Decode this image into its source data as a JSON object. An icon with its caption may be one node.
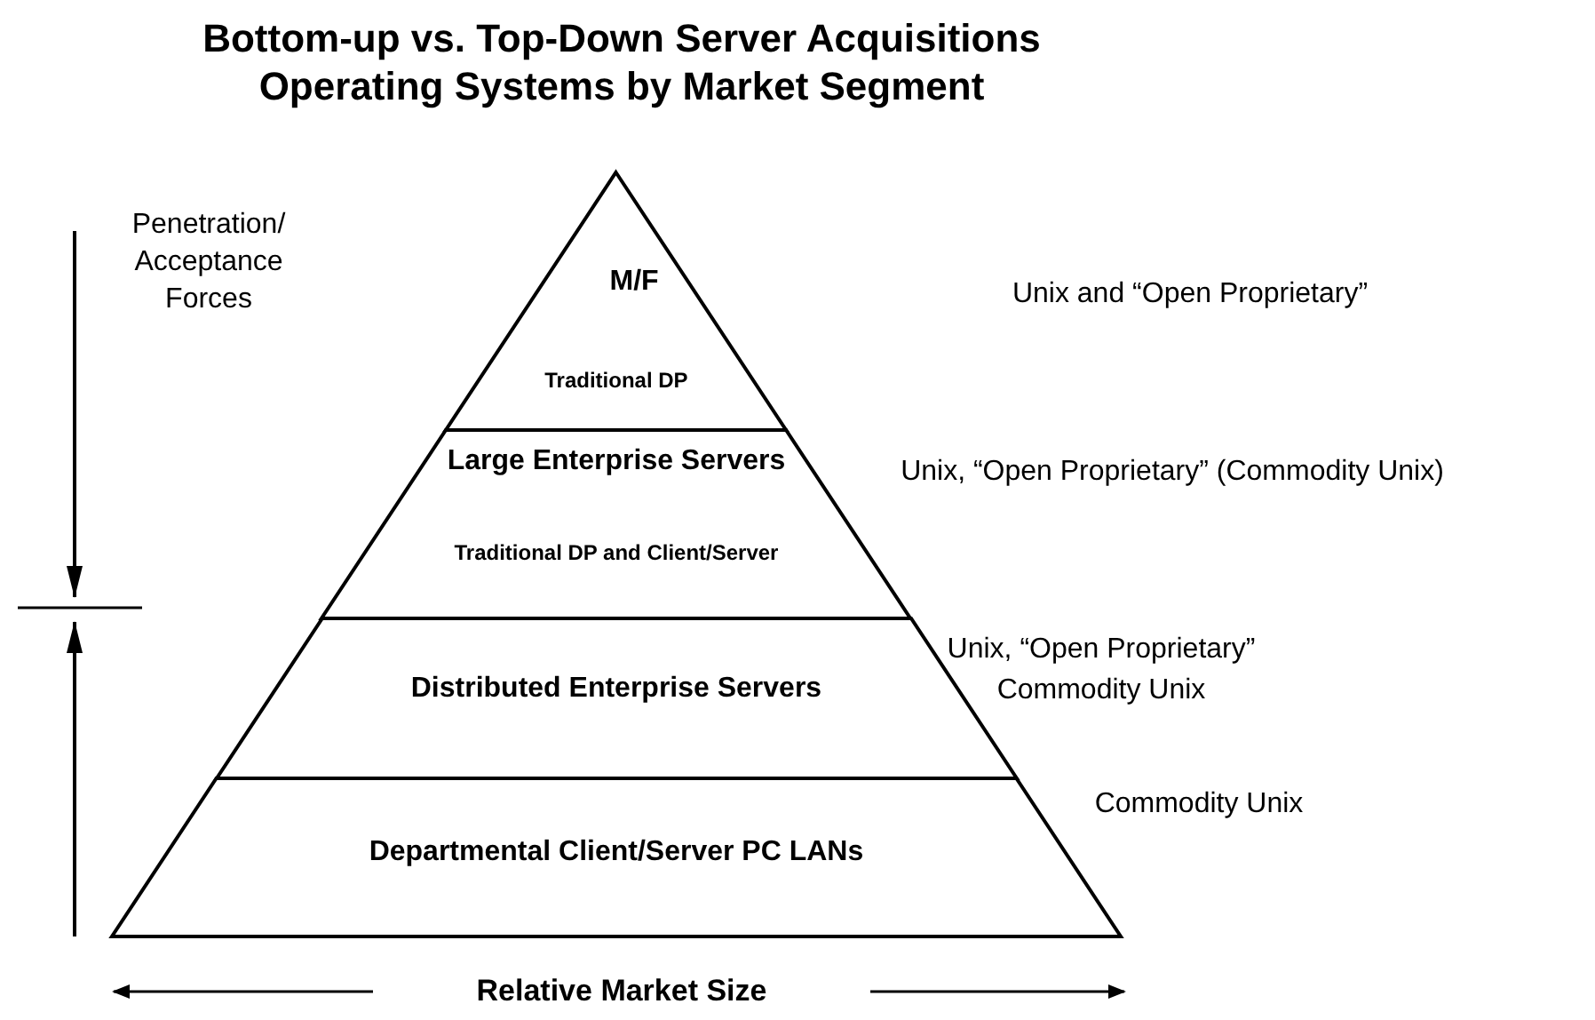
{
  "diagram": {
    "title": "Bottom-up vs. Top-Down Server Acquisitions Operating Systems by Market Segment",
    "nodes": [
      {
        "text": [
          "M/F",
          "Traditional DP"
        ]
      },
      {
        "text": [
          "Large Enterprise Servers",
          "Traditional DP and Client/Server"
        ]
      },
      {
        "text": [
          "Distributed Enterprise Servers"
        ]
      },
      {
        "text": [
          "Departmental Client/Server PC LANs"
        ]
      }
    ],
    "labels": [
      "Penetration/ Acceptance Forces",
      "Unix and “Open Proprietary”",
      "Unix, “Open Proprietary” (Commodity Unix)",
      "Unix, “Open Proprietary”",
      "Commodity Unix",
      "Commodity Unix",
      "Relative Market Size"
    ]
  }
}
